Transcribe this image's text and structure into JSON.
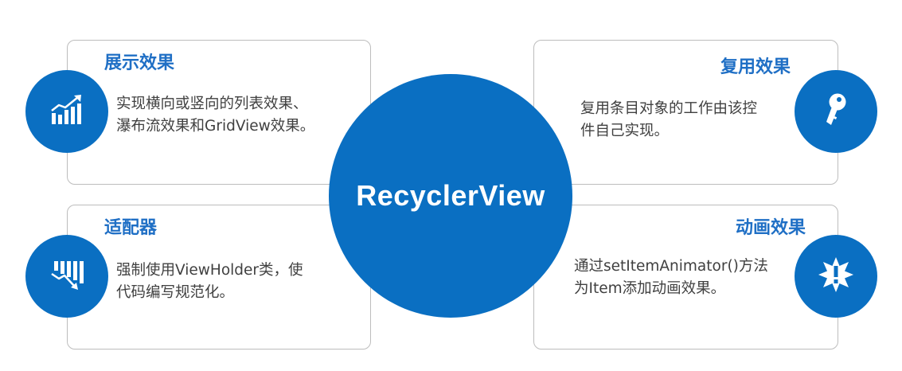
{
  "colors": {
    "primary": "#0a6fc2",
    "title": "#1f6fc5",
    "text": "#404040",
    "border": "#bdbdbd"
  },
  "center": {
    "label": "RecyclerView"
  },
  "cards": [
    {
      "title": "展示效果",
      "lines": [
        "实现横向或竖向的列表效果、",
        "瀑布流效果和GridView效果。"
      ],
      "icon": "bar-chart-up-icon"
    },
    {
      "title": "复用效果",
      "lines": [
        "复用条目对象的工作由该控",
        "件自己实现。"
      ],
      "icon": "key-icon"
    },
    {
      "title": "适配器",
      "lines": [
        "强制使用ViewHolder类，使",
        "代码编写规范化。"
      ],
      "icon": "bar-chart-down-icon"
    },
    {
      "title": "动画效果",
      "lines": [
        "通过setItemAnimator()方法",
        "为Item添加动画效果。"
      ],
      "icon": "alert-badge-icon"
    }
  ]
}
